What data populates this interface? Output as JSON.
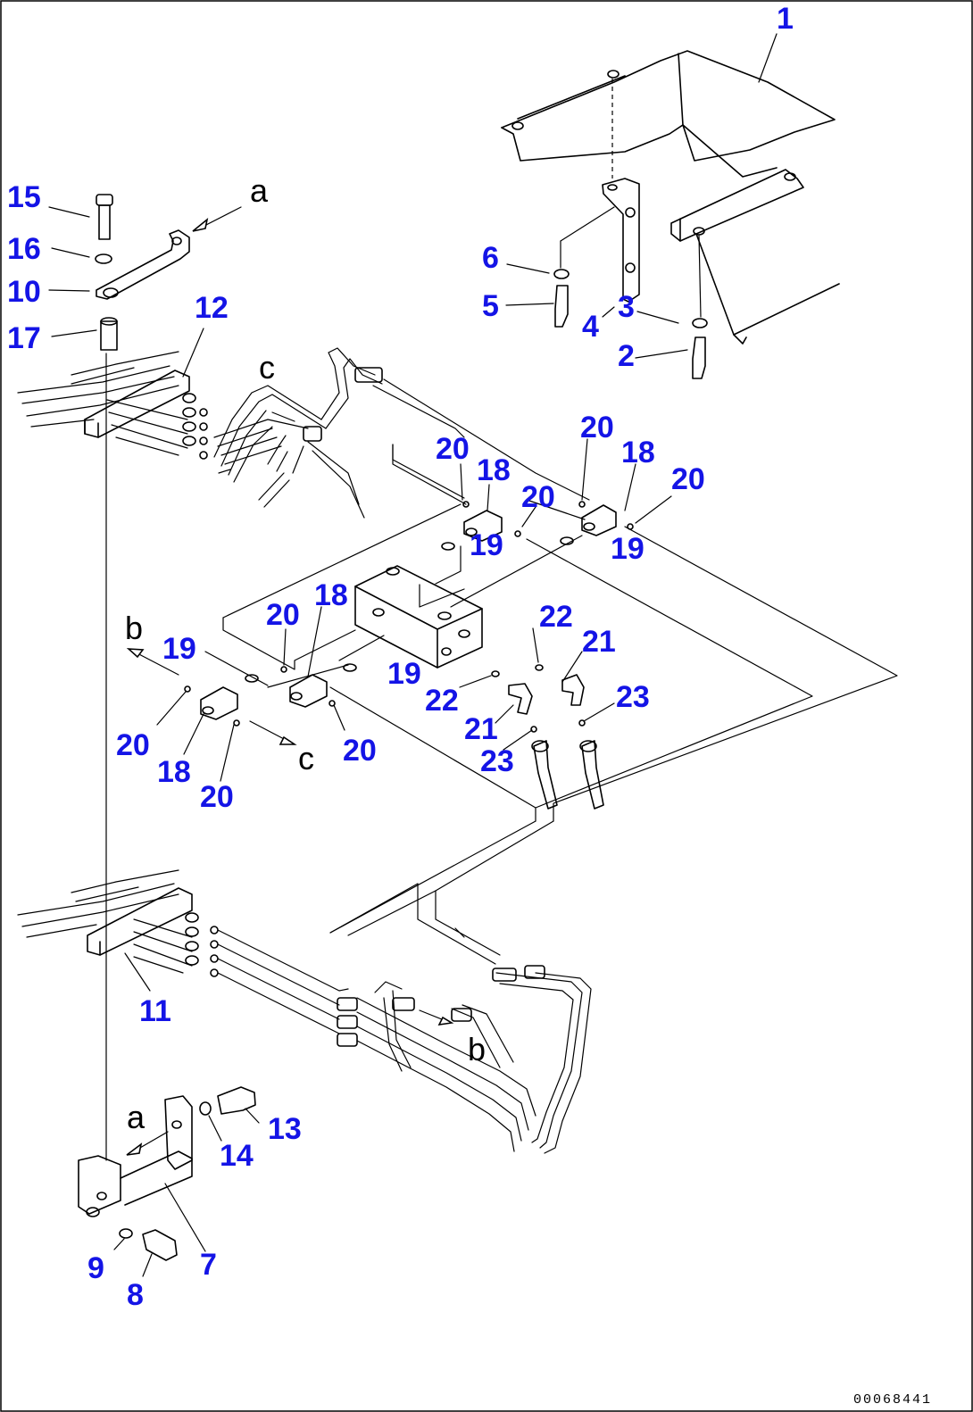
{
  "drawing_code": "00068441",
  "callouts": [
    {
      "id": "c-1",
      "label": "1"
    },
    {
      "id": "c-2",
      "label": "2"
    },
    {
      "id": "c-3",
      "label": "3"
    },
    {
      "id": "c-4",
      "label": "4"
    },
    {
      "id": "c-5",
      "label": "5"
    },
    {
      "id": "c-6",
      "label": "6"
    },
    {
      "id": "c-15",
      "label": "15"
    },
    {
      "id": "c-16",
      "label": "16"
    },
    {
      "id": "c-10",
      "label": "10"
    },
    {
      "id": "c-17",
      "label": "17"
    },
    {
      "id": "c-12",
      "label": "12"
    },
    {
      "id": "c-20a",
      "label": "20"
    },
    {
      "id": "c-18a",
      "label": "18"
    },
    {
      "id": "c-20b",
      "label": "20"
    },
    {
      "id": "c-19a",
      "label": "19"
    },
    {
      "id": "c-20c",
      "label": "20"
    },
    {
      "id": "c-18b",
      "label": "18"
    },
    {
      "id": "c-20d",
      "label": "20"
    },
    {
      "id": "c-19b",
      "label": "19"
    },
    {
      "id": "c-18c",
      "label": "18"
    },
    {
      "id": "c-20e",
      "label": "20"
    },
    {
      "id": "c-19c",
      "label": "19"
    },
    {
      "id": "c-19d",
      "label": "19"
    },
    {
      "id": "c-22a",
      "label": "22"
    },
    {
      "id": "c-21a",
      "label": "21"
    },
    {
      "id": "c-23a",
      "label": "23"
    },
    {
      "id": "c-22b",
      "label": "22"
    },
    {
      "id": "c-21b",
      "label": "21"
    },
    {
      "id": "c-23b",
      "label": "23"
    },
    {
      "id": "c-20f",
      "label": "20"
    },
    {
      "id": "c-18d",
      "label": "18"
    },
    {
      "id": "c-20g",
      "label": "20"
    },
    {
      "id": "c-20h",
      "label": "20"
    },
    {
      "id": "c-11",
      "label": "11"
    },
    {
      "id": "c-13",
      "label": "13"
    },
    {
      "id": "c-14",
      "label": "14"
    },
    {
      "id": "c-7",
      "label": "7"
    },
    {
      "id": "c-9",
      "label": "9"
    },
    {
      "id": "c-8",
      "label": "8"
    }
  ],
  "view_markers": [
    {
      "id": "v-a1",
      "label": "a"
    },
    {
      "id": "v-c1",
      "label": "c"
    },
    {
      "id": "v-b1",
      "label": "b"
    },
    {
      "id": "v-c2",
      "label": "c"
    },
    {
      "id": "v-b2",
      "label": "b"
    },
    {
      "id": "v-a2",
      "label": "a"
    }
  ],
  "colors": {
    "callout": "#1414e6",
    "line": "#000000",
    "background": "#ffffff"
  }
}
